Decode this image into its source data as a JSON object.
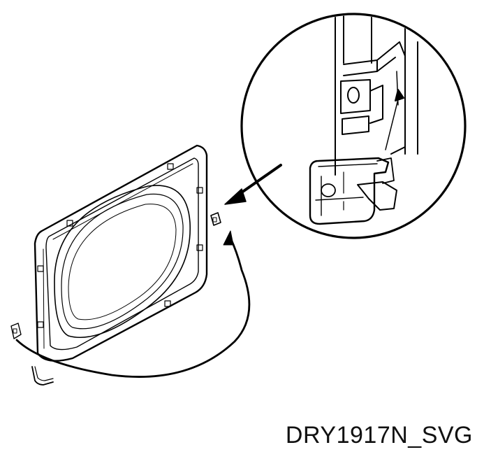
{
  "figure": {
    "caption": "DRY1917N_SVG",
    "parts": [
      {
        "name": "door-panel",
        "kind": "outer door panel with window ring"
      },
      {
        "name": "door-hinge",
        "kind": "hinge"
      },
      {
        "name": "hinge-bracket",
        "kind": "hinge bracket"
      },
      {
        "name": "detail-magnifier",
        "kind": "enlarged detail circle"
      },
      {
        "name": "callout-arrow",
        "kind": "straight arrow"
      },
      {
        "name": "reversal-arrow",
        "kind": "curved arrow"
      }
    ]
  },
  "colors": {
    "stroke": "#000000",
    "background": "#ffffff"
  }
}
